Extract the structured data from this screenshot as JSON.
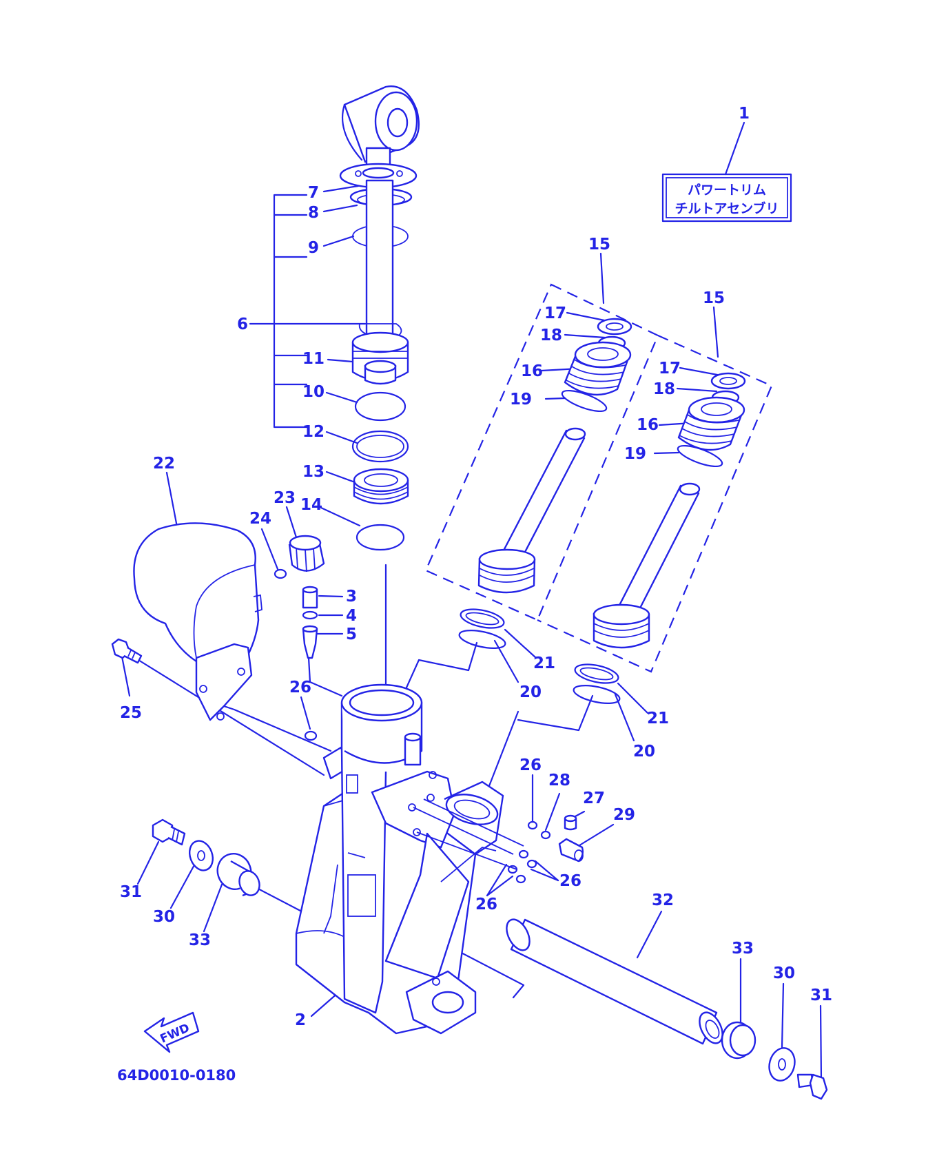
{
  "colors": {
    "line": "#2323e6",
    "background": "#ffffff"
  },
  "title_box": {
    "line1": "パワートリム",
    "line2": "チルトアセンブリ"
  },
  "part_code": "64D0010-0180",
  "fwd_arrow": {
    "label": "FWD",
    "icon": "fwd-arrow-icon"
  },
  "callouts": {
    "c1": "1",
    "c2": "2",
    "c3": "3",
    "c4": "4",
    "c5": "5",
    "c6": "6",
    "c7": "7",
    "c8": "8",
    "c9": "9",
    "c10": "10",
    "c11": "11",
    "c12": "12",
    "c13": "13",
    "c14": "14",
    "c15a": "15",
    "c15b": "15",
    "c16a": "16",
    "c16b": "16",
    "c17a": "17",
    "c17b": "17",
    "c18a": "18",
    "c18b": "18",
    "c19a": "19",
    "c19b": "19",
    "c20a": "20",
    "c20b": "20",
    "c21a": "21",
    "c21b": "21",
    "c22": "22",
    "c23": "23",
    "c24": "24",
    "c25": "25",
    "c26a": "26",
    "c26b": "26",
    "c26c": "26",
    "c26d": "26",
    "c27": "27",
    "c28": "28",
    "c29": "29",
    "c30a": "30",
    "c30b": "30",
    "c31a": "31",
    "c31b": "31",
    "c32": "32",
    "c33a": "33",
    "c33b": "33"
  }
}
